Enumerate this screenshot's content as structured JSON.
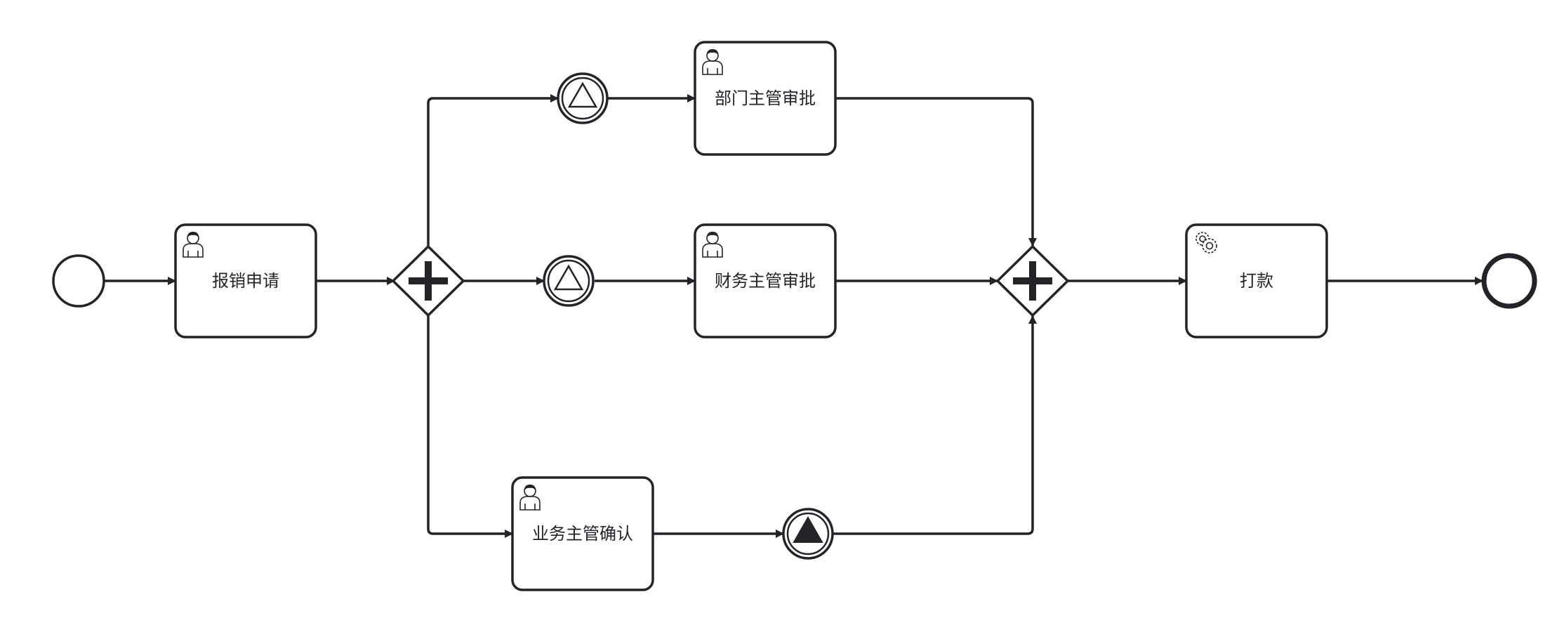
{
  "diagram": {
    "type": "bpmn-process",
    "tasks": {
      "submit": {
        "label": "报销申请",
        "kind": "user-task"
      },
      "dept": {
        "label": "部门主管审批",
        "kind": "user-task"
      },
      "finance": {
        "label": "财务主管审批",
        "kind": "user-task"
      },
      "business": {
        "label": "业务主管确认",
        "kind": "user-task"
      },
      "pay": {
        "label": "打款",
        "kind": "service-task"
      }
    },
    "events": {
      "start": {
        "kind": "start-event"
      },
      "signal_catch_dept": {
        "kind": "intermediate-signal-catch"
      },
      "signal_catch_finance": {
        "kind": "intermediate-signal-catch"
      },
      "signal_throw_business": {
        "kind": "intermediate-signal-throw"
      },
      "end": {
        "kind": "end-event"
      }
    },
    "gateways": {
      "split": {
        "kind": "parallel-gateway",
        "icon": "plus-icon"
      },
      "join": {
        "kind": "parallel-gateway",
        "icon": "plus-icon"
      }
    },
    "colors": {
      "stroke": "#22242a",
      "fill": "#ffffff"
    }
  }
}
